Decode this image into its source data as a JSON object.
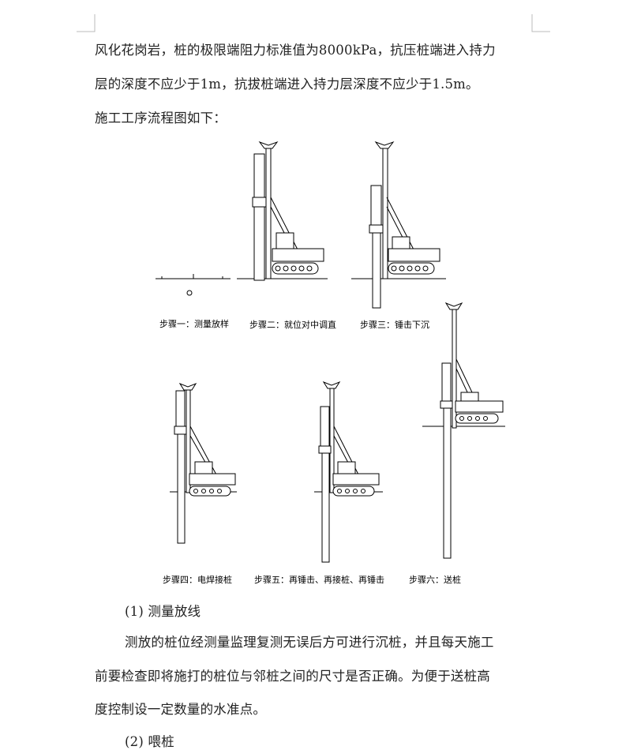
{
  "paragraphs": {
    "p1_line1": "风化花岗岩，桩的极限端阻力标准值为8000kPa，抗压桩端进入持力",
    "p1_line2": "层的深度不应少于1m，抗拔桩端进入持力层深度不应少于1.5m。",
    "p2": "施工工序流程图如下：",
    "h1": "(1)  测量放线",
    "p3_line1": "测放的桩位经测量监理复测无误后方可进行沉桩，并且每天施工",
    "p3_line2": "前要检查即将施打的桩位与邻桩之间的尺寸是否正确。为便于送桩高",
    "p3_line3": "度控制设一定数量的水准点。",
    "h2": "(2)  喂桩"
  },
  "figure": {
    "steps": [
      "步骤一：测量放样",
      "步骤二：就位对中调直",
      "步骤三：锤击下沉",
      "步骤四：电焊接桩",
      "步骤五：再锤击、再接桩、再锤击",
      "步骤六：送桩"
    ]
  }
}
